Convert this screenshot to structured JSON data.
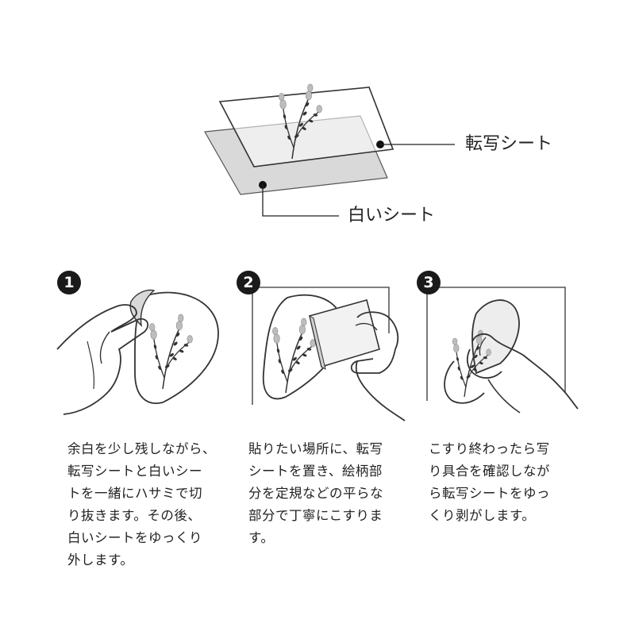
{
  "top_diagram": {
    "transfer_sheet_label": "転写シート",
    "white_sheet_label": "白いシート"
  },
  "steps": [
    {
      "number": "1",
      "text": "余白を少し残しながら、\n転写シートと白いシー\nトを一緒にハサミで切\nり抜きます。その後、\n白いシートをゆっくり\n外します。"
    },
    {
      "number": "2",
      "text": "貼りたい場所に、転写\nシートを置き、絵柄部\n分を定規などの平らな\n部分で丁寧にこすりま\nす。"
    },
    {
      "number": "3",
      "text": "こすり終わったら写\nり具合を確認しなが\nら転写シートをゆっ\nくり剥がします。"
    }
  ],
  "colors": {
    "ink": "#1a1a1a",
    "sheet_gray": "#d9d9d9",
    "lavender": "#b8b8b8"
  }
}
